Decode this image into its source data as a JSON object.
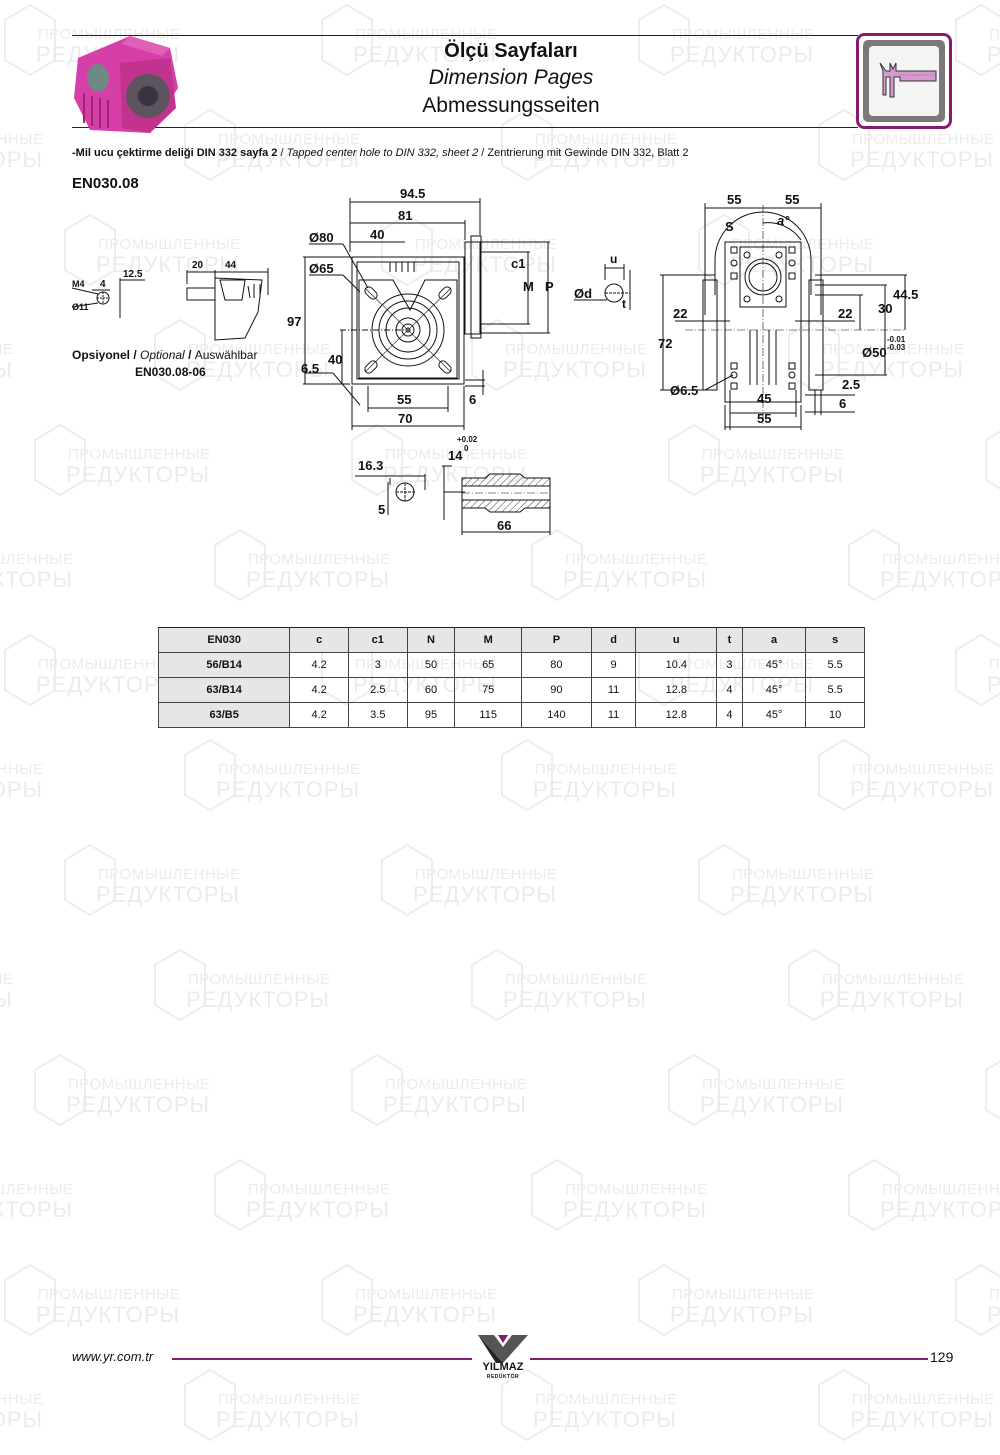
{
  "header": {
    "title_tr": "Ölçü Sayfaları",
    "title_en": "Dimension Pages",
    "title_de": "Abmessungsseiten",
    "product_image": "pink-worm-gearbox-render",
    "section_icon": "caliper-icon"
  },
  "note": {
    "tr": "-Mil ucu çektirme deliği DIN 332 sayfa 2",
    "sep1": " / ",
    "en": "Tapped center hole to DIN 332, sheet 2",
    "sep2": " / ",
    "de": "Zentrierung mit Gewinde DIN 332, Blatt 2"
  },
  "model": "EN030.08",
  "optional": {
    "tr": "Opsiyonel",
    "sep": " / ",
    "en": "Optional",
    "sep2": " / ",
    "de": "Auswählbar",
    "code": "EN030.08-06"
  },
  "drawing_labels": {
    "optional_shaft": [
      "M4",
      "4",
      "12.5",
      "Ø11",
      "20",
      "44"
    ],
    "front_view": [
      "94.5",
      "81",
      "40",
      "Ø80",
      "Ø65",
      "97",
      "40",
      "6.5",
      "55",
      "70",
      "6",
      "c1",
      "M",
      "P"
    ],
    "keyway": [
      "u",
      "Ød",
      "t"
    ],
    "side_view": [
      "55",
      "55",
      "S",
      "a°",
      "22",
      "22",
      "72",
      "44.5",
      "30",
      "Ø50",
      "-0.01",
      "-0.03",
      "Ø6.5",
      "45",
      "55",
      "2.5",
      "6"
    ],
    "hollow_shaft": [
      "16.3",
      "5",
      "14",
      "+0.02",
      "0",
      "66"
    ]
  },
  "table": {
    "columns": [
      "EN030",
      "c",
      "c1",
      "N",
      "M",
      "P",
      "d",
      "u",
      "t",
      "a",
      "s"
    ],
    "rows": [
      [
        "56/B14",
        "4.2",
        "3",
        "50",
        "65",
        "80",
        "9",
        "10.4",
        "3",
        "45°",
        "5.5"
      ],
      [
        "63/B14",
        "4.2",
        "2.5",
        "60",
        "75",
        "90",
        "11",
        "12.8",
        "4",
        "45°",
        "5.5"
      ],
      [
        "63/B5",
        "4.2",
        "3.5",
        "95",
        "115",
        "140",
        "11",
        "12.8",
        "4",
        "45°",
        "10"
      ]
    ]
  },
  "footer": {
    "url": "www.yr.com.tr",
    "brand": "YILMAZ",
    "brand_sub": "REDÜKTÖR",
    "page": "129",
    "accent": "#8a1a6e"
  },
  "watermark": {
    "line1": "ПРОМЫШЛЕННЫЕ",
    "line2": "РЕДУКТОРЫ"
  }
}
